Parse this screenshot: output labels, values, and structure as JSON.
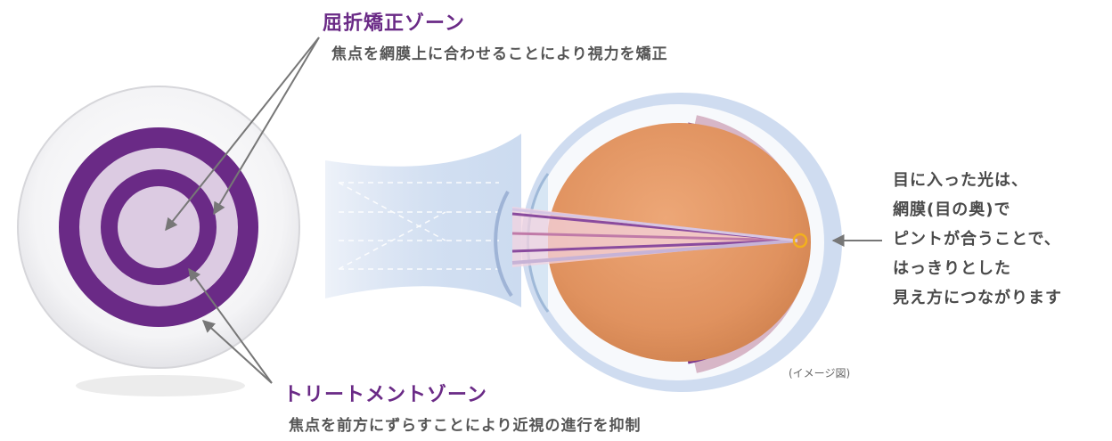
{
  "refraction_zone": {
    "title": "屈折矯正ゾーン",
    "description": "焦点を網膜上に合わせることにより視力を矯正"
  },
  "treatment_zone": {
    "title": "トリートメントゾーン",
    "description": "焦点を前方にずらすことにより近視の進行を抑制"
  },
  "explanation": {
    "lines": [
      "目に入った光は、",
      "網膜(目の奥)で",
      "ピントが合うことで、",
      "はっきりとした",
      "見え方につながります"
    ]
  },
  "caption": "(イメージ図)",
  "colors": {
    "purple": "#6a2a86",
    "light_purple": "#dccbe2",
    "eye_orange": "#e0925f",
    "light_blue": "#c9d9ef"
  }
}
